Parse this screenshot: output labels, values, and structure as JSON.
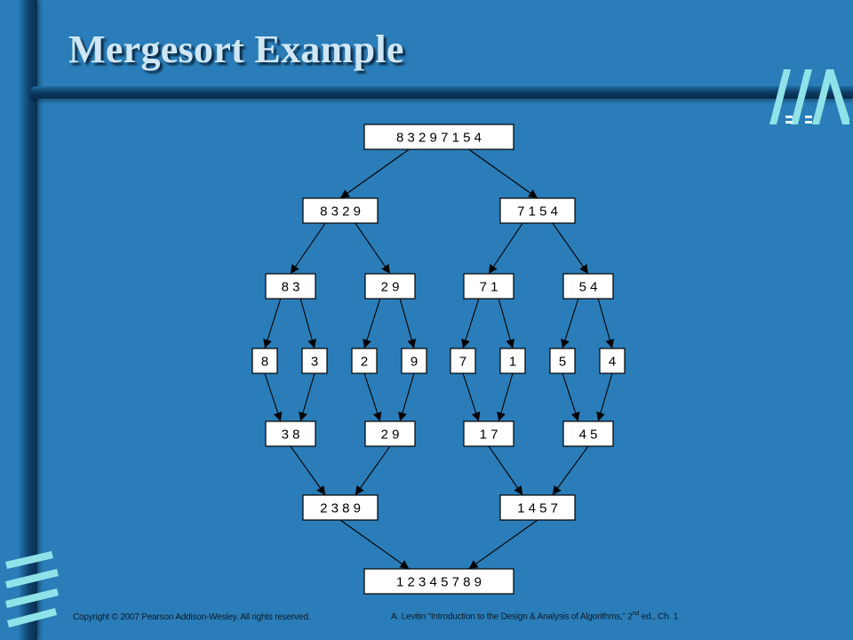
{
  "slide": {
    "title": "Mergesort Example"
  },
  "diagram": {
    "nodes": [
      {
        "id": "n0",
        "label": "8 3 2 9 7 1 5 4"
      },
      {
        "id": "n1",
        "label": "8 3 2 9"
      },
      {
        "id": "n2",
        "label": "7 1 5 4"
      },
      {
        "id": "n3",
        "label": "8 3"
      },
      {
        "id": "n4",
        "label": "2 9"
      },
      {
        "id": "n5",
        "label": "7 1"
      },
      {
        "id": "n6",
        "label": "5 4"
      },
      {
        "id": "n7",
        "label": "8"
      },
      {
        "id": "n8",
        "label": "3"
      },
      {
        "id": "n9",
        "label": "2"
      },
      {
        "id": "n10",
        "label": "9"
      },
      {
        "id": "n11",
        "label": "7"
      },
      {
        "id": "n12",
        "label": "1"
      },
      {
        "id": "n13",
        "label": "5"
      },
      {
        "id": "n14",
        "label": "4"
      },
      {
        "id": "n15",
        "label": "3 8"
      },
      {
        "id": "n16",
        "label": "2 9"
      },
      {
        "id": "n17",
        "label": "1 7"
      },
      {
        "id": "n18",
        "label": "4 5"
      },
      {
        "id": "n19",
        "label": "2 3 8 9"
      },
      {
        "id": "n20",
        "label": "1 4 5 7"
      },
      {
        "id": "n21",
        "label": "1 2 3 4 5 7 8 9"
      }
    ],
    "edges": [
      [
        "n0",
        "n1"
      ],
      [
        "n0",
        "n2"
      ],
      [
        "n1",
        "n3"
      ],
      [
        "n1",
        "n4"
      ],
      [
        "n2",
        "n5"
      ],
      [
        "n2",
        "n6"
      ],
      [
        "n3",
        "n7"
      ],
      [
        "n3",
        "n8"
      ],
      [
        "n4",
        "n9"
      ],
      [
        "n4",
        "n10"
      ],
      [
        "n5",
        "n11"
      ],
      [
        "n5",
        "n12"
      ],
      [
        "n6",
        "n13"
      ],
      [
        "n6",
        "n14"
      ],
      [
        "n7",
        "n15"
      ],
      [
        "n8",
        "n15"
      ],
      [
        "n9",
        "n16"
      ],
      [
        "n10",
        "n16"
      ],
      [
        "n11",
        "n17"
      ],
      [
        "n12",
        "n17"
      ],
      [
        "n13",
        "n18"
      ],
      [
        "n14",
        "n18"
      ],
      [
        "n15",
        "n19"
      ],
      [
        "n16",
        "n19"
      ],
      [
        "n17",
        "n20"
      ],
      [
        "n18",
        "n20"
      ],
      [
        "n19",
        "n21"
      ],
      [
        "n20",
        "n21"
      ]
    ]
  },
  "footer": {
    "copyright": "Copyright © 2007 Pearson Addison-Wesley. All rights reserved.",
    "citation_prefix": "A. Levitin “Introduction to the Design & Analysis of Algorithms,” 2",
    "citation_sup": "nd",
    "citation_suffix": " ed., Ch. 1"
  },
  "colors": {
    "background": "#2a7db8",
    "title": "#cfe6f5",
    "logo": "#8fe3e8"
  }
}
